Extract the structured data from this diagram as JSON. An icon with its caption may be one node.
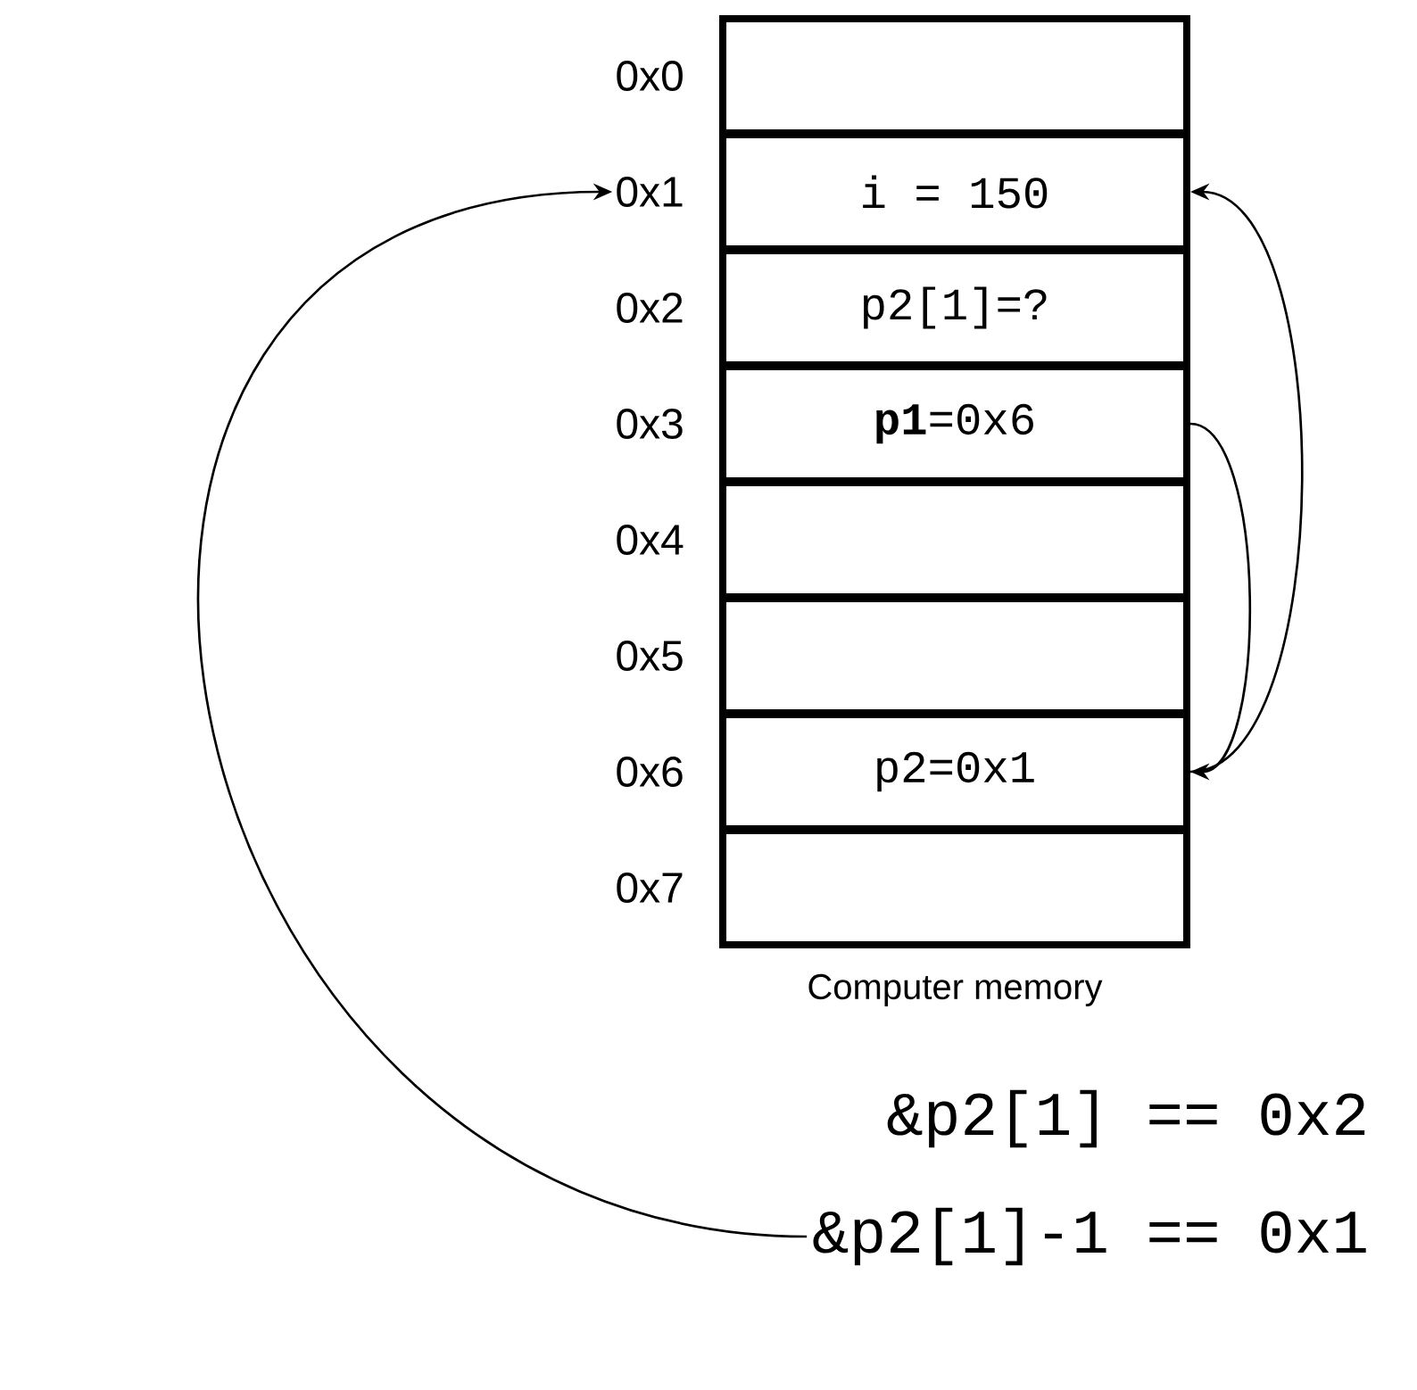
{
  "diagram": {
    "nodes": [
      {
        "text": [],
        "shape": "box"
      },
      {
        "text": [
          "i = 150"
        ]
      },
      {
        "text": [
          "p2[1]=?"
        ]
      },
      {
        "text": [
          "**p1**=0x6"
        ]
      },
      {
        "text": [],
        "shape": "box"
      },
      {
        "text": [],
        "shape": "box"
      },
      {
        "text": [
          "p2=0x1"
        ]
      },
      {
        "text": [],
        "shape": "box"
      },
      {
        "text": [
          "0x1"
        ]
      },
      {
        "text": [
          "&p2[1]-1 == 0x1"
        ]
      }
    ],
    "edges": [
      {
        "from": 3,
        "to": 6,
        "arrow": "to"
      },
      {
        "from": 6,
        "to": 1,
        "arrow": "to"
      },
      {
        "from": 9,
        "to": 8,
        "arrow": "to"
      }
    ],
    "labels": [
      "0x0",
      "0x2",
      "0x3",
      "0x4",
      "0x5",
      "0x6",
      "0x7",
      "Computer memory",
      "&p2[1] == 0x2"
    ]
  }
}
